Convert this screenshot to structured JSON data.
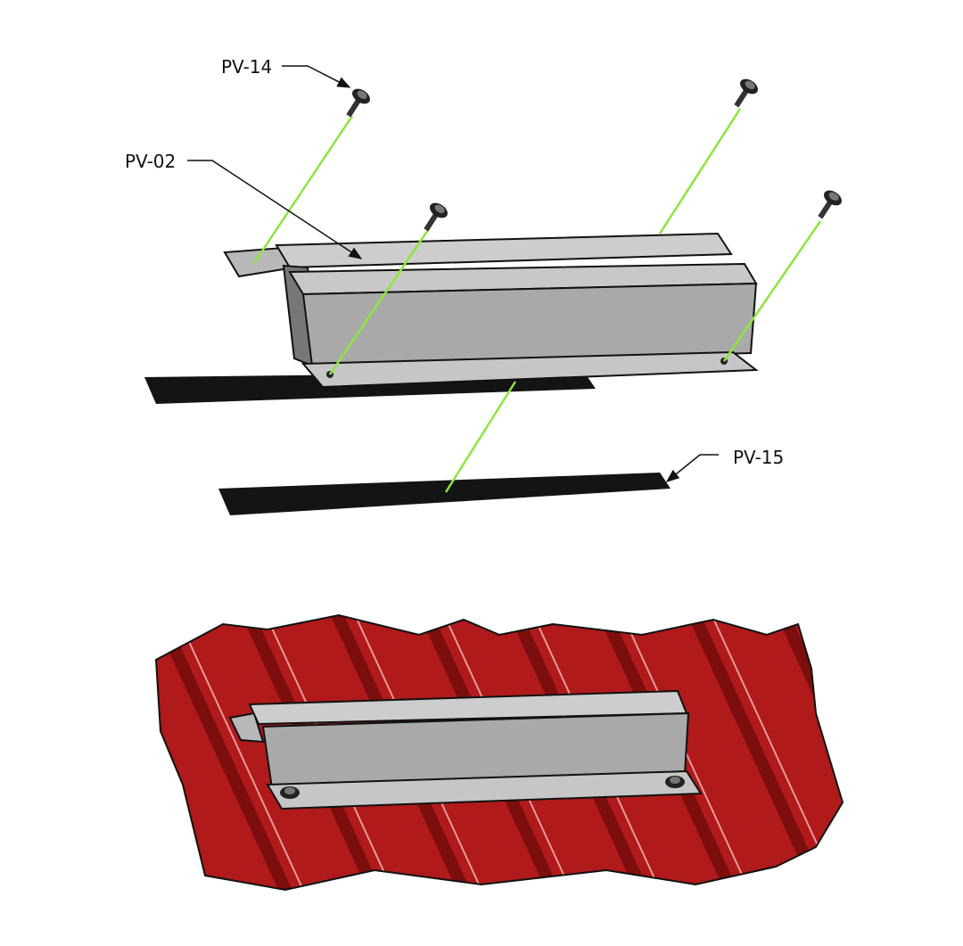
{
  "labels": {
    "screw": "PV-14",
    "rail": "PV-02",
    "gasket": "PV-15"
  },
  "colors": {
    "roof_red": "#b01a1a",
    "roof_dark": "#7d0e0e",
    "rail_gray": "#c4c4c4",
    "guide_green": "#8ee53f",
    "gasket_black": "#141414"
  }
}
